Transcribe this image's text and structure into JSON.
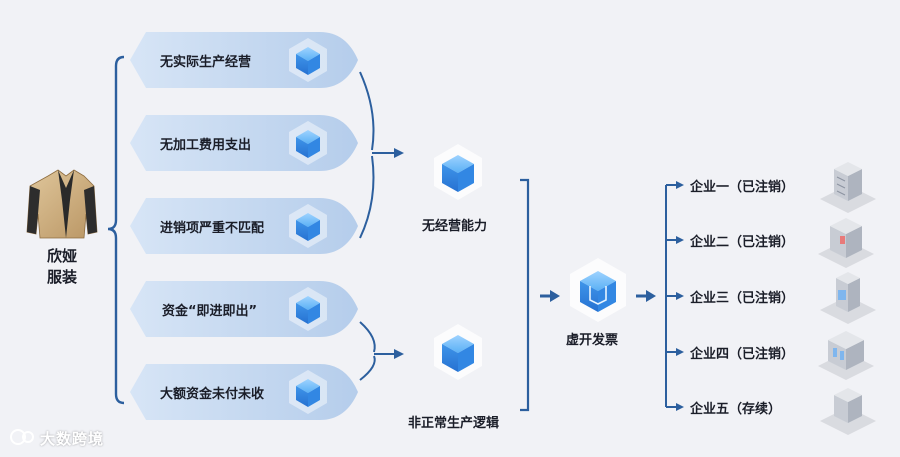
{
  "subject": {
    "line1": "欣娅",
    "line2": "服装"
  },
  "problems": [
    "无实际生产经营",
    "无加工费用支出",
    "进销项严重不匹配",
    "资金“即进即出”",
    "大额资金未付未收"
  ],
  "findings": [
    "无经营能力",
    "非正常生产逻辑"
  ],
  "conclusion": "虚开发票",
  "enterprises": [
    "企业一（已注销）",
    "企业二（已注销）",
    "企业三（已注销）",
    "企业四（已注销）",
    "企业五（存续）"
  ],
  "watermark": "大数跨境",
  "colors": {
    "pill": "#c3d7ef",
    "cube": "#4aa0f0",
    "line": "#2c5f9e"
  }
}
